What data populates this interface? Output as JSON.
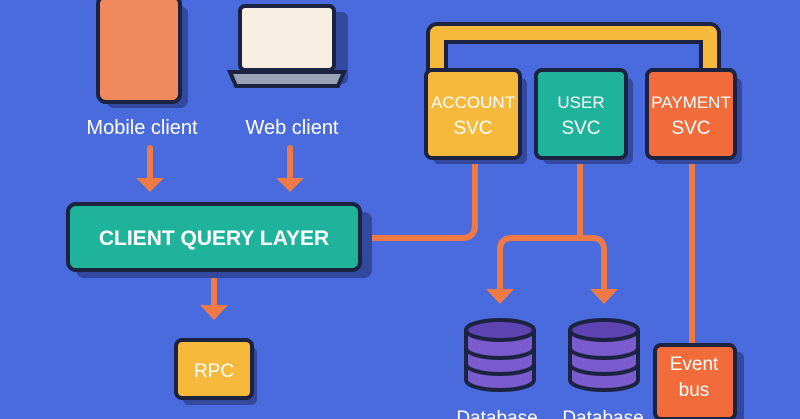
{
  "colors": {
    "background": "#4a6bde",
    "outline": "#1c2340",
    "shadow": "#33499f",
    "connector": "#f07a45",
    "phone": "#f08a5d",
    "laptop_screen": "#f7efe2",
    "laptop_body": "#9aa3b5",
    "query_layer": "#20b39b",
    "account_svc": "#f6b93b",
    "user_svc": "#20b39b",
    "payment_svc": "#f26b3a",
    "event_bus": "#f26b3a",
    "rpc": "#f6b93b",
    "database": "#7a5ccf",
    "database_dark": "#5e43b3"
  },
  "clients": {
    "mobile": {
      "label": "Mobile client",
      "icon": "phone-icon"
    },
    "web": {
      "label": "Web client",
      "icon": "laptop-icon"
    }
  },
  "query_layer": {
    "label": "CLIENT QUERY LAYER"
  },
  "services": [
    {
      "id": "account",
      "line1": "ACCOUNT",
      "line2": "SVC"
    },
    {
      "id": "user",
      "line1": "USER",
      "line2": "SVC"
    },
    {
      "id": "payment",
      "line1": "PAYMENT",
      "line2": "SVC"
    }
  ],
  "rpc": {
    "label": "RPC"
  },
  "event_bus": {
    "line1": "Event",
    "line2": "bus"
  },
  "databases": [
    {
      "label": "Database",
      "icon": "database-icon"
    },
    {
      "label": "Database",
      "icon": "database-icon"
    }
  ]
}
